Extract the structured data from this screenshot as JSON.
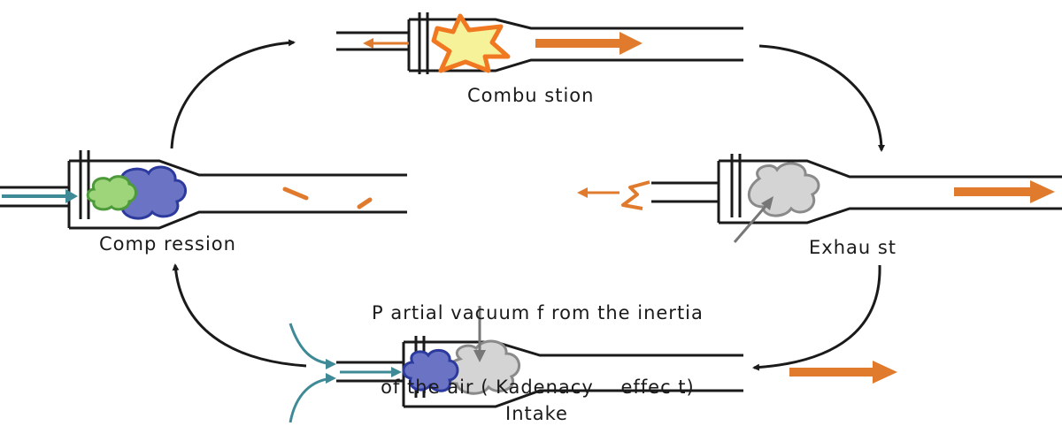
{
  "labels": {
    "combustion": "Combu stion",
    "compression": "Comp ression",
    "exhaust": "Exhau st",
    "intake": "Intake",
    "note_line1": "P artial vacuum f rom the inertia",
    "note_line2": "of the air ( Kadenacy    effec t)"
  },
  "colors": {
    "outline": "#1a1a1a",
    "flame_outer": "#f07820",
    "flame_inner": "#f6f29a",
    "exhaust_arrow": "#e07b2e",
    "air_arrow": "#3e8a96",
    "fuel_cloud": "#6b74c4",
    "fuel_cloud_edge": "#2c3a9e",
    "fresh_cloud": "#9ed47a",
    "fresh_cloud_edge": "#4c9a3a",
    "exhaust_cloud": "#d4d4d4",
    "exhaust_cloud_edge": "#8a8a8a",
    "pointer": "#777777"
  }
}
